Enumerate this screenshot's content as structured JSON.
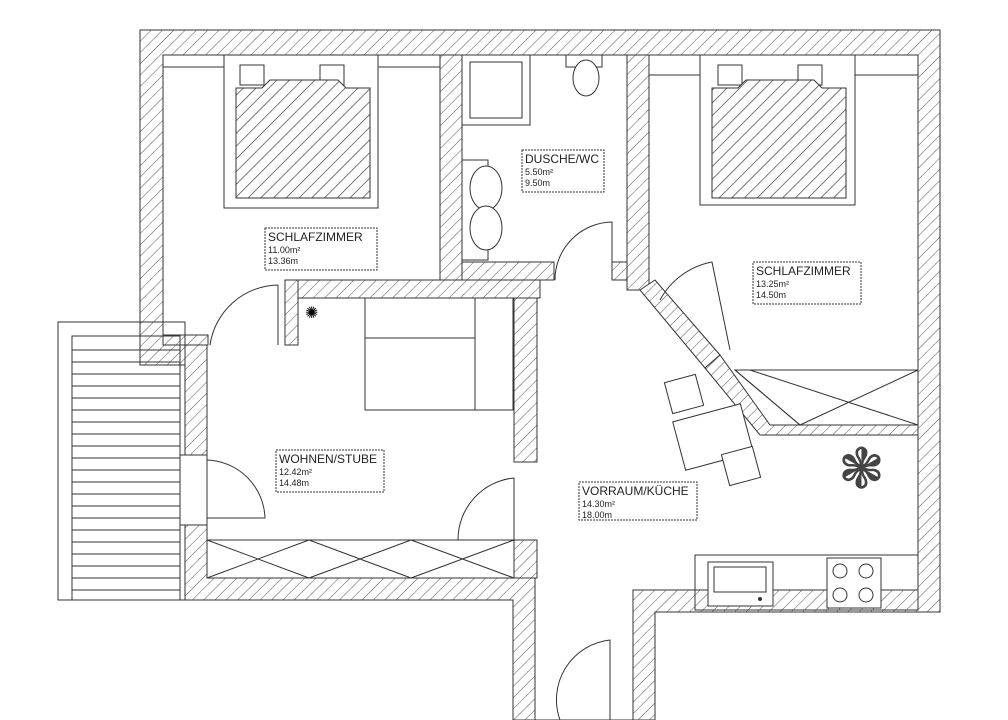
{
  "rooms": [
    {
      "name": "SCHLAFZIMMER",
      "area": "11.00m²",
      "perimeter": "13.36m"
    },
    {
      "name": "DUSCHE/WC",
      "area": "5.50m²",
      "perimeter": "9.50m"
    },
    {
      "name": "SCHLAFZIMMER",
      "area": "13.25m²",
      "perimeter": "14.50m"
    },
    {
      "name": "WOHNEN/STUBE",
      "area": "12.42m²",
      "perimeter": "14.48m"
    },
    {
      "name": "VORRAUM/KÜCHE",
      "area": "14.30m²",
      "perimeter": "18.00m"
    }
  ],
  "colors": {
    "line": "#333333",
    "background": "#ffffff"
  }
}
